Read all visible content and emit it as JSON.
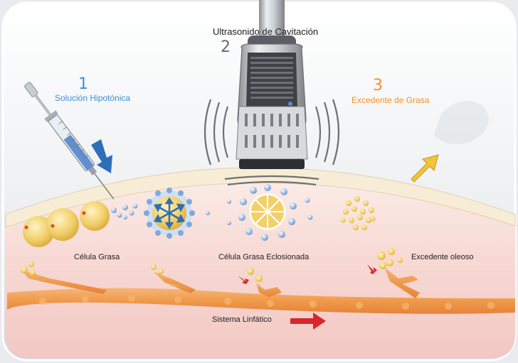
{
  "title": "Ultrasonido de Cavitación",
  "steps": [
    {
      "number": "1",
      "label": "Solución Hipotónica",
      "color": "#3b8fd6"
    },
    {
      "number": "2",
      "label": "Ultrasonido de Cavitación",
      "color": "#5a5a5a"
    },
    {
      "number": "3",
      "label": "Excedente de Grasa",
      "color": "#f0922a"
    }
  ],
  "cells": {
    "fat_cell": "Célula Grasa",
    "burst_cell": "Célula Grasa Eclosionada",
    "oil_excess": "Excedente oleoso"
  },
  "system": {
    "label": "Sistema Linfático"
  },
  "colors": {
    "skin": "#f7edd6",
    "tissue": "#f6d4d0",
    "vessel": "#ef9a4a",
    "fat": "#eec85a",
    "water": "#7fa8dc",
    "arrow_red": "#d9262c",
    "arrow_yellow": "#f3c43a"
  },
  "icons": [
    "syringe-icon",
    "ultrasound-probe-icon",
    "down-arrow-icon",
    "up-arrow-icon",
    "right-arrow-icon"
  ]
}
